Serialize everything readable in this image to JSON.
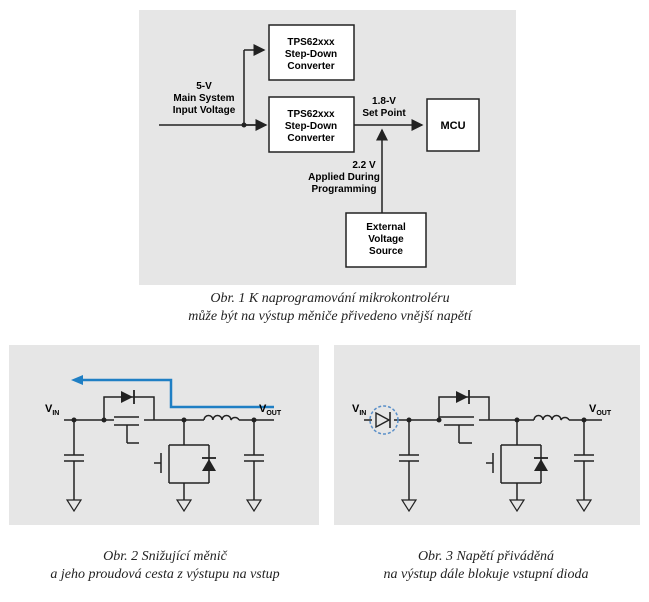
{
  "figure1": {
    "converter_top": [
      "TPS62xxx",
      "Step-Down",
      "Converter"
    ],
    "converter_bottom": [
      "TPS62xxx",
      "Step-Down",
      "Converter"
    ],
    "input_label": [
      "5-V",
      "Main System",
      "Input Voltage"
    ],
    "set_point_label": [
      "1.8-V",
      "Set Point"
    ],
    "mcu_label": "MCU",
    "programming_label": [
      "2.2 V",
      "Applied During",
      "Programming"
    ],
    "external_source": [
      "External",
      "Voltage",
      "Source"
    ],
    "caption": [
      "Obr. 1  K naprogramování mikrokontroléru",
      "může být na výstup měniče přivedeno vnější napětí"
    ]
  },
  "figure2": {
    "vin_main": "V",
    "vin_sub": "IN",
    "vout_main": "V",
    "vout_sub": "OUT",
    "caption": [
      "Obr. 2  Snižující měnič",
      "a jeho proudová cesta z výstupu na vstup"
    ]
  },
  "figure3": {
    "vin_main": "V",
    "vin_sub": "IN",
    "vout_main": "V",
    "vout_sub": "OUT",
    "caption": [
      "Obr. 3  Napětí přiváděná",
      "na výstup dále blokuje vstupní dioda"
    ]
  },
  "colors": {
    "panel": "#e6e6e6",
    "line": "#222222",
    "arrow_blue": "#1f7fc4",
    "dashed_circle": "#5a8fc8"
  }
}
